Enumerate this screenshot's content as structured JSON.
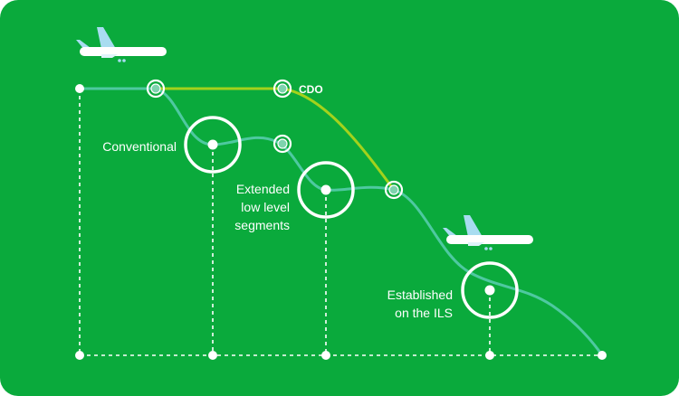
{
  "colors": {
    "background": "#0aaa3c",
    "conventional_path": "#4ec9a0",
    "cdo_path": "#a3d21c",
    "marker": "#ffffff",
    "plane_body": "#ffffff",
    "plane_tail": "#a8dcf0"
  },
  "labels": {
    "cdo": "CDO",
    "conventional": "Conventional",
    "extended": [
      "Extended",
      "low level",
      "segments"
    ],
    "established": [
      "Established",
      "on the ILS"
    ]
  },
  "icons": {
    "plane_top": "airplane-icon",
    "plane_right": "airplane-icon"
  }
}
